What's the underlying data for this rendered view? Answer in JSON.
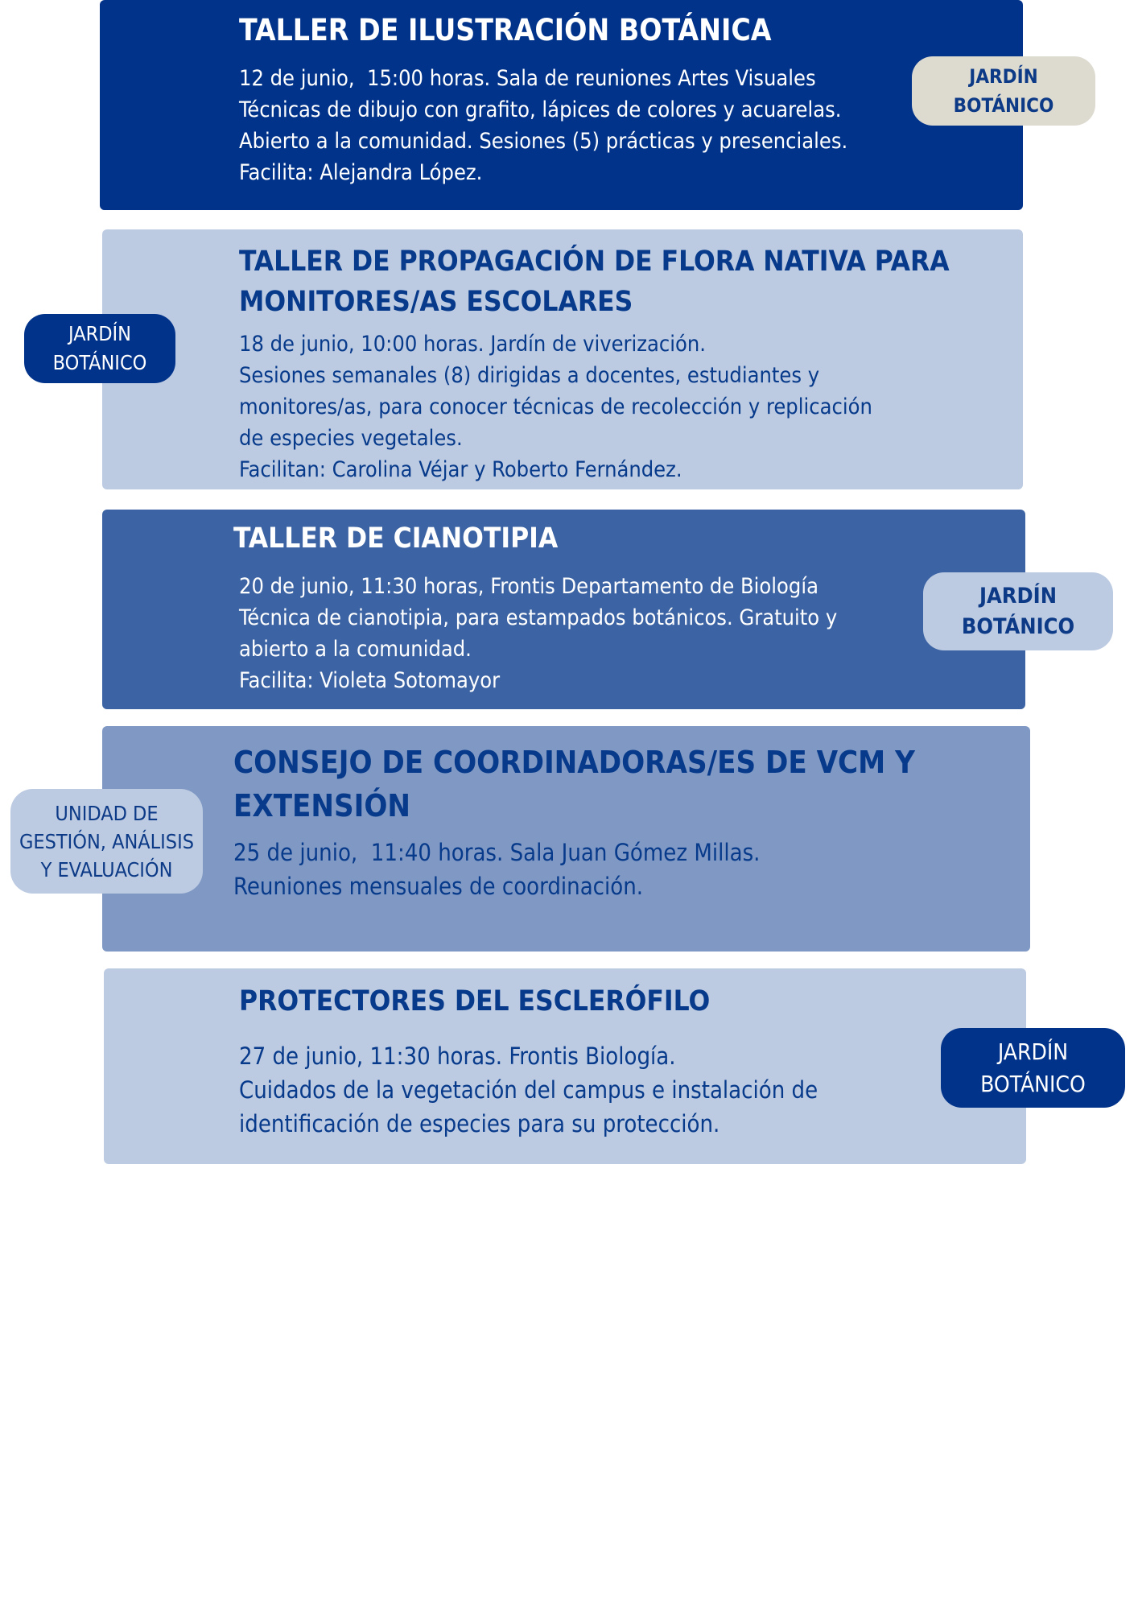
{
  "colors": {
    "dark_blue": "#02338a",
    "light_blue": "#bccbe2",
    "mid_blue": "#3c63a3",
    "muted_blue": "#7f98c4",
    "beige": "#dddad0",
    "text_dark": "#073a8a",
    "text_light": "#ffffff"
  },
  "events": [
    {
      "title": "TALLER DE ILUSTRACIÓN BOTÁNICA",
      "lines": [
        "12 de junio,  15:00 horas. Sala de reuniones Artes Visuales",
        "Técnicas de dibujo con grafito, lápices de colores y acuarelas.",
        "Abierto a la comunidad. Sesiones (5) prácticas y presenciales.",
        "Facilita: Alejandra López."
      ],
      "badge": {
        "lines": [
          "JARDÍN",
          "BOTÁNICO"
        ]
      }
    },
    {
      "title": "TALLER DE PROPAGACIÓN DE FLORA NATIVA PARA MONITORES/AS ESCOLARES",
      "lines": [
        "18 de junio, 10:00 horas. Jardín de viverización.",
        "Sesiones semanales (8) dirigidas a docentes, estudiantes y",
        "monitores/as, para conocer técnicas de recolección y replicación",
        "de especies vegetales.",
        "Facilitan: Carolina Véjar y Roberto Fernández."
      ],
      "badge": {
        "lines": [
          "JARDÍN",
          "BOTÁNICO"
        ]
      }
    },
    {
      "title": "TALLER DE CIANOTIPIA",
      "lines": [
        "20 de junio, 11:30 horas, Frontis Departamento de Biología",
        "Técnica de cianotipia, para estampados botánicos. Gratuito y",
        "abierto a la comunidad.",
        "Facilita: Violeta Sotomayor"
      ],
      "badge": {
        "lines": [
          "JARDÍN",
          "BOTÁNICO"
        ]
      }
    },
    {
      "title": "CONSEJO DE COORDINADORAS/ES DE VCM Y EXTENSIÓN",
      "lines": [
        "25 de junio,  11:40 horas. Sala Juan Gómez Millas.",
        "Reuniones mensuales de coordinación."
      ],
      "badge": {
        "lines": [
          "UNIDAD DE",
          "GESTIÓN, ANÁLISIS",
          "Y EVALUACIÓN"
        ]
      }
    },
    {
      "title": "PROTECTORES DEL ESCLERÓFILO",
      "lines": [
        "27 de junio, 11:30 horas. Frontis Biología.",
        "Cuidados de la vegetación del campus e instalación de",
        "identificación de especies para su protección."
      ],
      "badge": {
        "lines": [
          "JARDÍN",
          "BOTÁNICO"
        ]
      }
    }
  ]
}
